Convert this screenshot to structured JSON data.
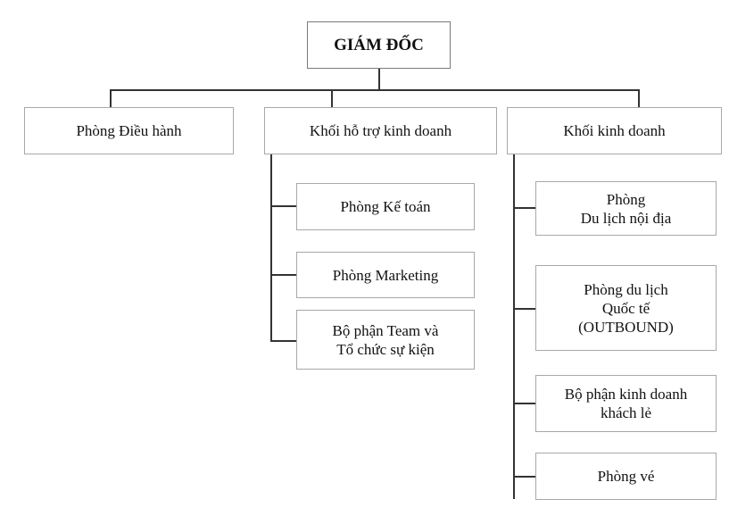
{
  "chart": {
    "root": {
      "label": "GIÁM ĐỐC"
    },
    "level1": [
      {
        "label": "Phòng Điều hành"
      },
      {
        "label": "Khối hỗ trợ kinh doanh"
      },
      {
        "label": "Khối kinh doanh"
      }
    ],
    "support_children": [
      {
        "label": "Phòng Kế toán"
      },
      {
        "label": "Phòng Marketing"
      },
      {
        "label": "Bộ phận Team và\nTổ chức sự kiện"
      }
    ],
    "business_children": [
      {
        "label": "Phòng\nDu lịch nội địa"
      },
      {
        "label": "Phòng du lịch\nQuốc tế\n(OUTBOUND)"
      },
      {
        "label": "Bộ phận kinh doanh\nkhách lẻ"
      },
      {
        "label": "Phòng vé"
      }
    ]
  }
}
